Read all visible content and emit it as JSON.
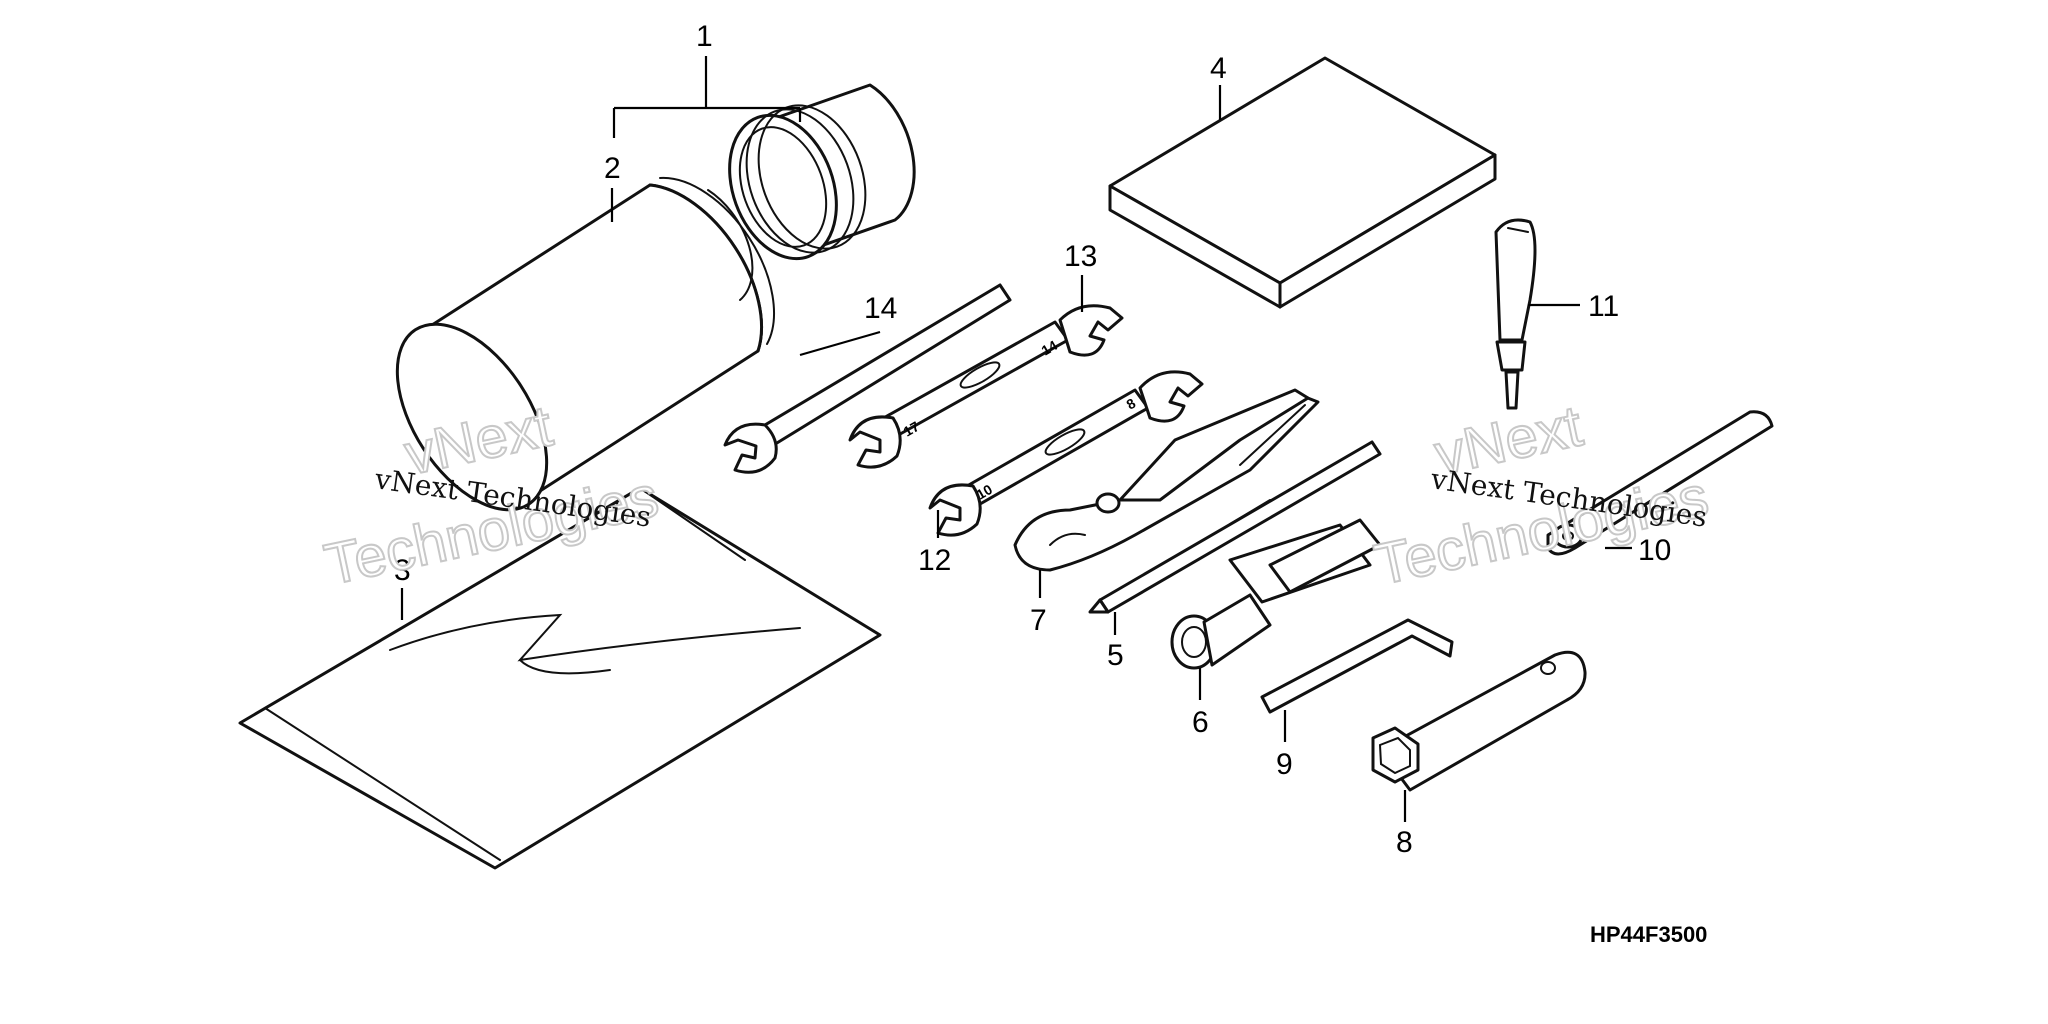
{
  "diagram_code": "HP44F3500",
  "watermark_text": "vNext Technologies",
  "watermark_ghost_lines": [
    "vNext",
    "Technologies"
  ],
  "callouts": [
    "1",
    "2",
    "3",
    "4",
    "5",
    "6",
    "7",
    "8",
    "9",
    "10",
    "11",
    "12",
    "13",
    "14"
  ],
  "wrench_size_marks": [
    "17",
    "14",
    "10",
    "8"
  ]
}
